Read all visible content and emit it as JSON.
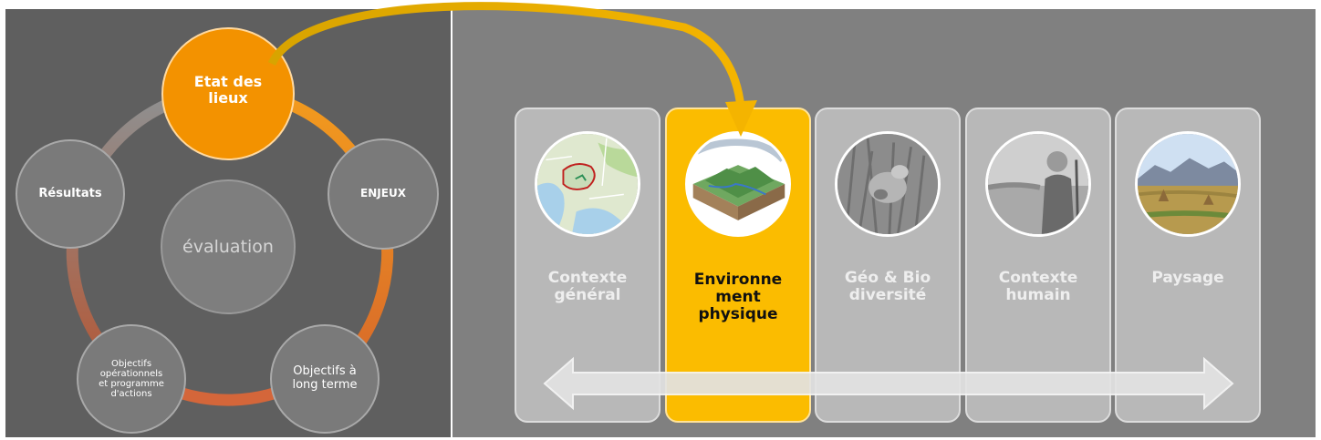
{
  "cycle": {
    "center_label": "évaluation",
    "nodes": {
      "etat": "Etat des\nlieux",
      "enjeux": "ENJEUX",
      "objectifs_long": "Objectifs à\nlong terme",
      "objectifs_ops": "Objectifs\nopérationnels\net programme\nd'actions",
      "resultats": "Résultats"
    }
  },
  "cards": [
    {
      "title": "Contexte\ngénéral",
      "image": "map-image",
      "active": false
    },
    {
      "title": "Environne\nment\nphysique",
      "image": "terrain-image",
      "active": true
    },
    {
      "title": "Géo & Bio\ndiversité",
      "image": "vegetation-image",
      "active": false
    },
    {
      "title": "Contexte\nhumain",
      "image": "shepherd-image",
      "active": false
    },
    {
      "title": "Paysage",
      "image": "landscape-image",
      "active": false
    }
  ],
  "colors": {
    "accent_orange": "#f39200",
    "active_card": "#fbbc00",
    "ring_orange": "#e8821e",
    "ring_grey": "#8a8a8a"
  }
}
